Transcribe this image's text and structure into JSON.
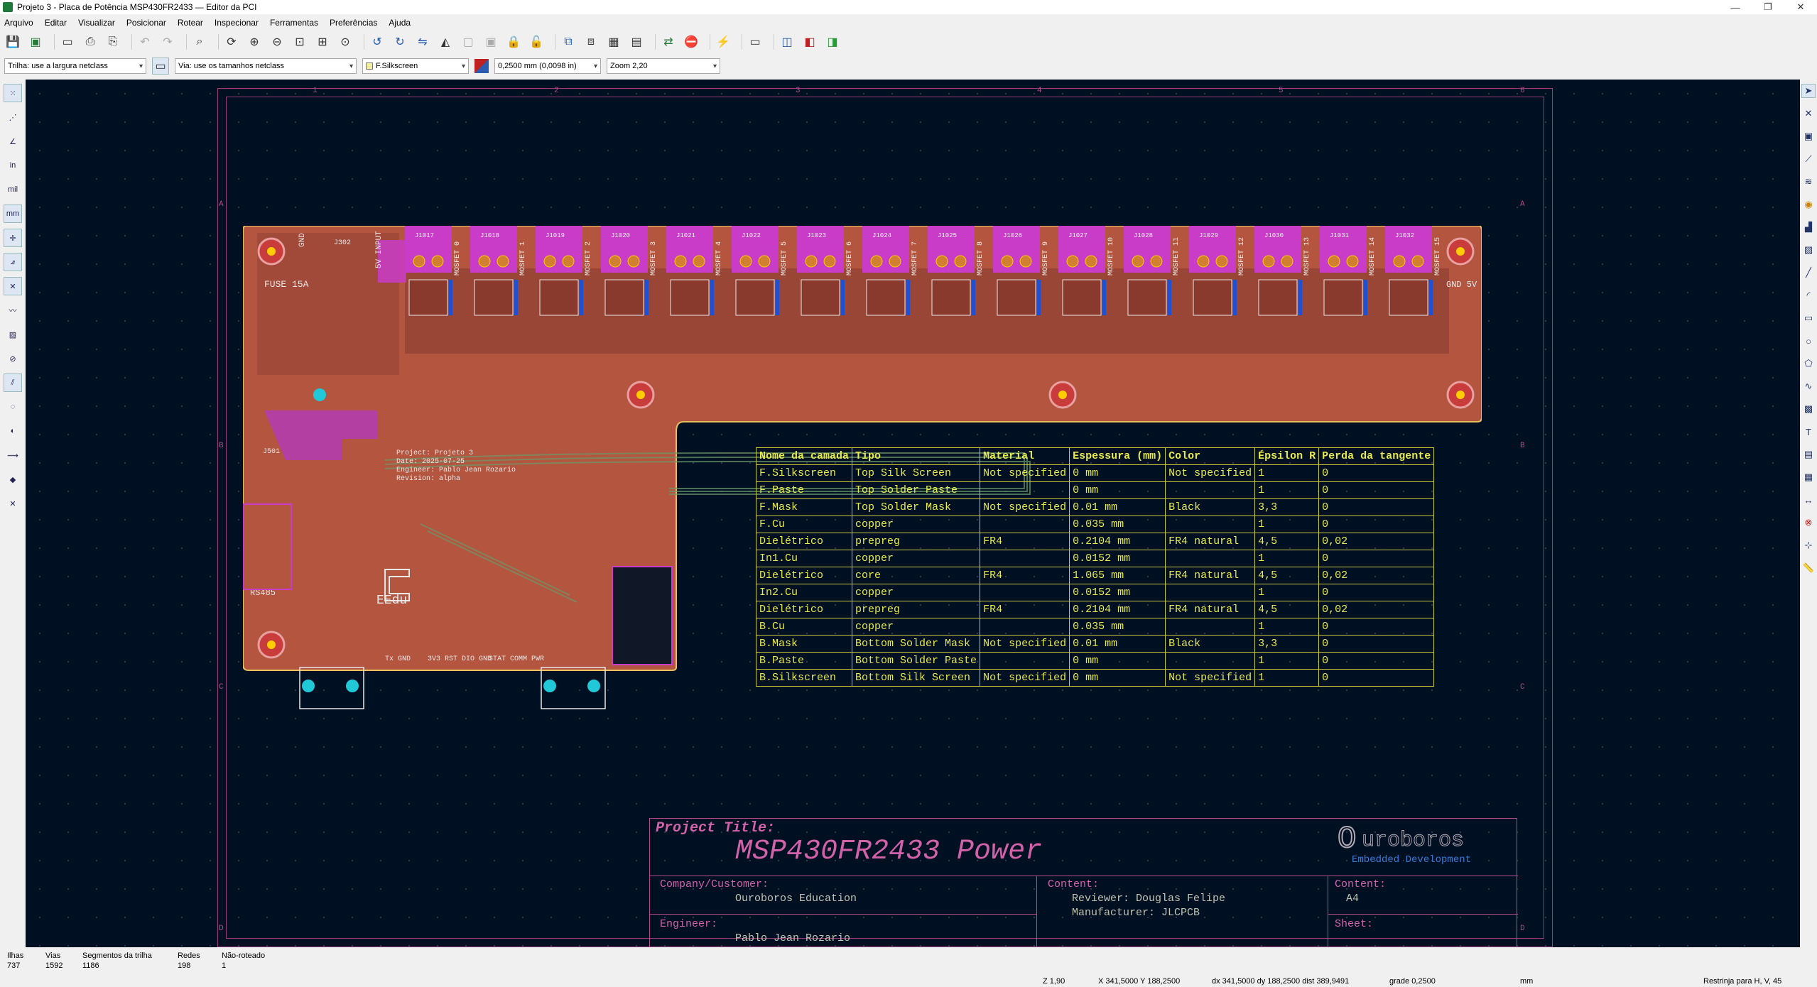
{
  "window": {
    "title": "Projeto 3 - Placa de Potência MSP430FR2433 — Editor da PCI",
    "controls": [
      "—",
      "❐",
      "✕"
    ]
  },
  "menu": [
    "Arquivo",
    "Editar",
    "Visualizar",
    "Posicionar",
    "Rotear",
    "Inspecionar",
    "Ferramentas",
    "Preferências",
    "Ajuda"
  ],
  "selectors": {
    "track": "Trilha: use a largura netclass",
    "via": "Via: use os tamanhos netclass",
    "layer": "F.Silkscreen",
    "grid": "0,2500 mm (0,0098 in)",
    "zoom": "Zoom 2,20"
  },
  "left_tools": [
    "in",
    "mil",
    "mm"
  ],
  "status": {
    "items": [
      {
        "k": "Ilhas",
        "v": "737"
      },
      {
        "k": "Vias",
        "v": "1592"
      },
      {
        "k": "Segmentos da trilha",
        "v": "1186"
      },
      {
        "k": "Redes",
        "v": "198"
      },
      {
        "k": "Não-roteado",
        "v": "1"
      }
    ],
    "zoom": "Z 1,90",
    "xy": "X 341,5000  Y 188,2500",
    "dxy": "dx 341,5000  dy 188,2500  dist 389,9491",
    "grid": "grade 0,2500",
    "units": "mm",
    "constraint": "Restrinja para H, V, 45"
  },
  "frame_labels": {
    "cols": [
      "1",
      "2",
      "3",
      "4",
      "5",
      "6"
    ],
    "rows": [
      "A",
      "B",
      "C",
      "D"
    ]
  },
  "board": {
    "colors": {
      "copper": "#c0604a",
      "silk": "#e8e8e8",
      "pad": "#c83cc8",
      "hole": "#20c8d8",
      "bg": "#001023"
    },
    "top_connectors": [
      "J1017",
      "J1018",
      "J1019",
      "J1020",
      "J1021",
      "J1022",
      "J1023",
      "J1024",
      "J1025",
      "J1026",
      "J1027",
      "J1028",
      "J1029",
      "J1030",
      "J1031",
      "J1032"
    ],
    "mosfet_labels": [
      "MOSFET 0",
      "MOSFET 1",
      "MOSFET 2",
      "MOSFET 3",
      "MOSFET 4",
      "MOSFET 5",
      "MOSFET 6",
      "MOSFET 7",
      "MOSFET 8",
      "MOSFET 9",
      "MOSFET 10",
      "MOSFET 11",
      "MOSFET 12",
      "MOSFET 13",
      "MOSFET 14",
      "MOSFET 15"
    ],
    "labels": {
      "gnd": "GND",
      "j302": "J302",
      "input": "5V INPUT",
      "fuse": "FUSE 15A",
      "gnd5v": "GND 5V",
      "rs485": "RS485",
      "j501": "J501",
      "eedu": "EEdu",
      "proj_info": [
        "Project: Projeto 3",
        "Date: 2025-07-25",
        "Engineer: Pablo Jean Rozario",
        "Revision: alpha"
      ],
      "bottom_pins": "Tx GND",
      "bottom_pins2": "3V3 RST DIO GND",
      "bottom_pins3": "STAT COMM PWR"
    }
  },
  "stackup": {
    "headers": [
      "Nome da camada",
      "Tipo",
      "Material",
      "Espessura (mm)",
      "Color",
      "Épsilon R",
      "Perda da tangente"
    ],
    "rows": [
      [
        "F.Silkscreen",
        "Top Silk Screen",
        "Not specified",
        "0 mm",
        "Not specified",
        "1",
        "0"
      ],
      [
        "F.Paste",
        "Top Solder Paste",
        "",
        "0 mm",
        "",
        "1",
        "0"
      ],
      [
        "F.Mask",
        "Top Solder Mask",
        "Not specified",
        "0.01 mm",
        "Black",
        "3,3",
        "0"
      ],
      [
        "F.Cu",
        "copper",
        "",
        "0.035 mm",
        "",
        "1",
        "0"
      ],
      [
        "Dielétrico",
        "prepreg",
        "FR4",
        "0.2104 mm",
        "FR4 natural",
        "4,5",
        "0,02"
      ],
      [
        "In1.Cu",
        "copper",
        "",
        "0.0152 mm",
        "",
        "1",
        "0"
      ],
      [
        "Dielétrico",
        "core",
        "FR4",
        "1.065 mm",
        "FR4 natural",
        "4,5",
        "0,02"
      ],
      [
        "In2.Cu",
        "copper",
        "",
        "0.0152 mm",
        "",
        "1",
        "0"
      ],
      [
        "Dielétrico",
        "prepreg",
        "FR4",
        "0.2104 mm",
        "FR4 natural",
        "4,5",
        "0,02"
      ],
      [
        "B.Cu",
        "copper",
        "",
        "0.035 mm",
        "",
        "1",
        "0"
      ],
      [
        "B.Mask",
        "Bottom Solder Mask",
        "Not specified",
        "0.01 mm",
        "Black",
        "3,3",
        "0"
      ],
      [
        "B.Paste",
        "Bottom Solder Paste",
        "",
        "0 mm",
        "",
        "1",
        "0"
      ],
      [
        "B.Silkscreen",
        "Bottom Silk Screen",
        "Not specified",
        "0 mm",
        "Not specified",
        "1",
        "0"
      ]
    ]
  },
  "titleblock": {
    "project_label": "Project Title:",
    "project_name": "MSP430FR2433 Power",
    "logo_text": "uroboros",
    "logo_sub": "Embedded Development",
    "company_label": "Company/Customer:",
    "company": "Ouroboros Education",
    "content_label": "Content:",
    "reviewer": "Reviewer: Douglas Felipe",
    "manufacturer": "Manufacturer: JLCPCB",
    "content2_label": "Content:",
    "content2": "A4",
    "engineer_label": "Engineer:",
    "engineer": "Pablo Jean Rozario",
    "sheet_label": "Sheet:"
  }
}
